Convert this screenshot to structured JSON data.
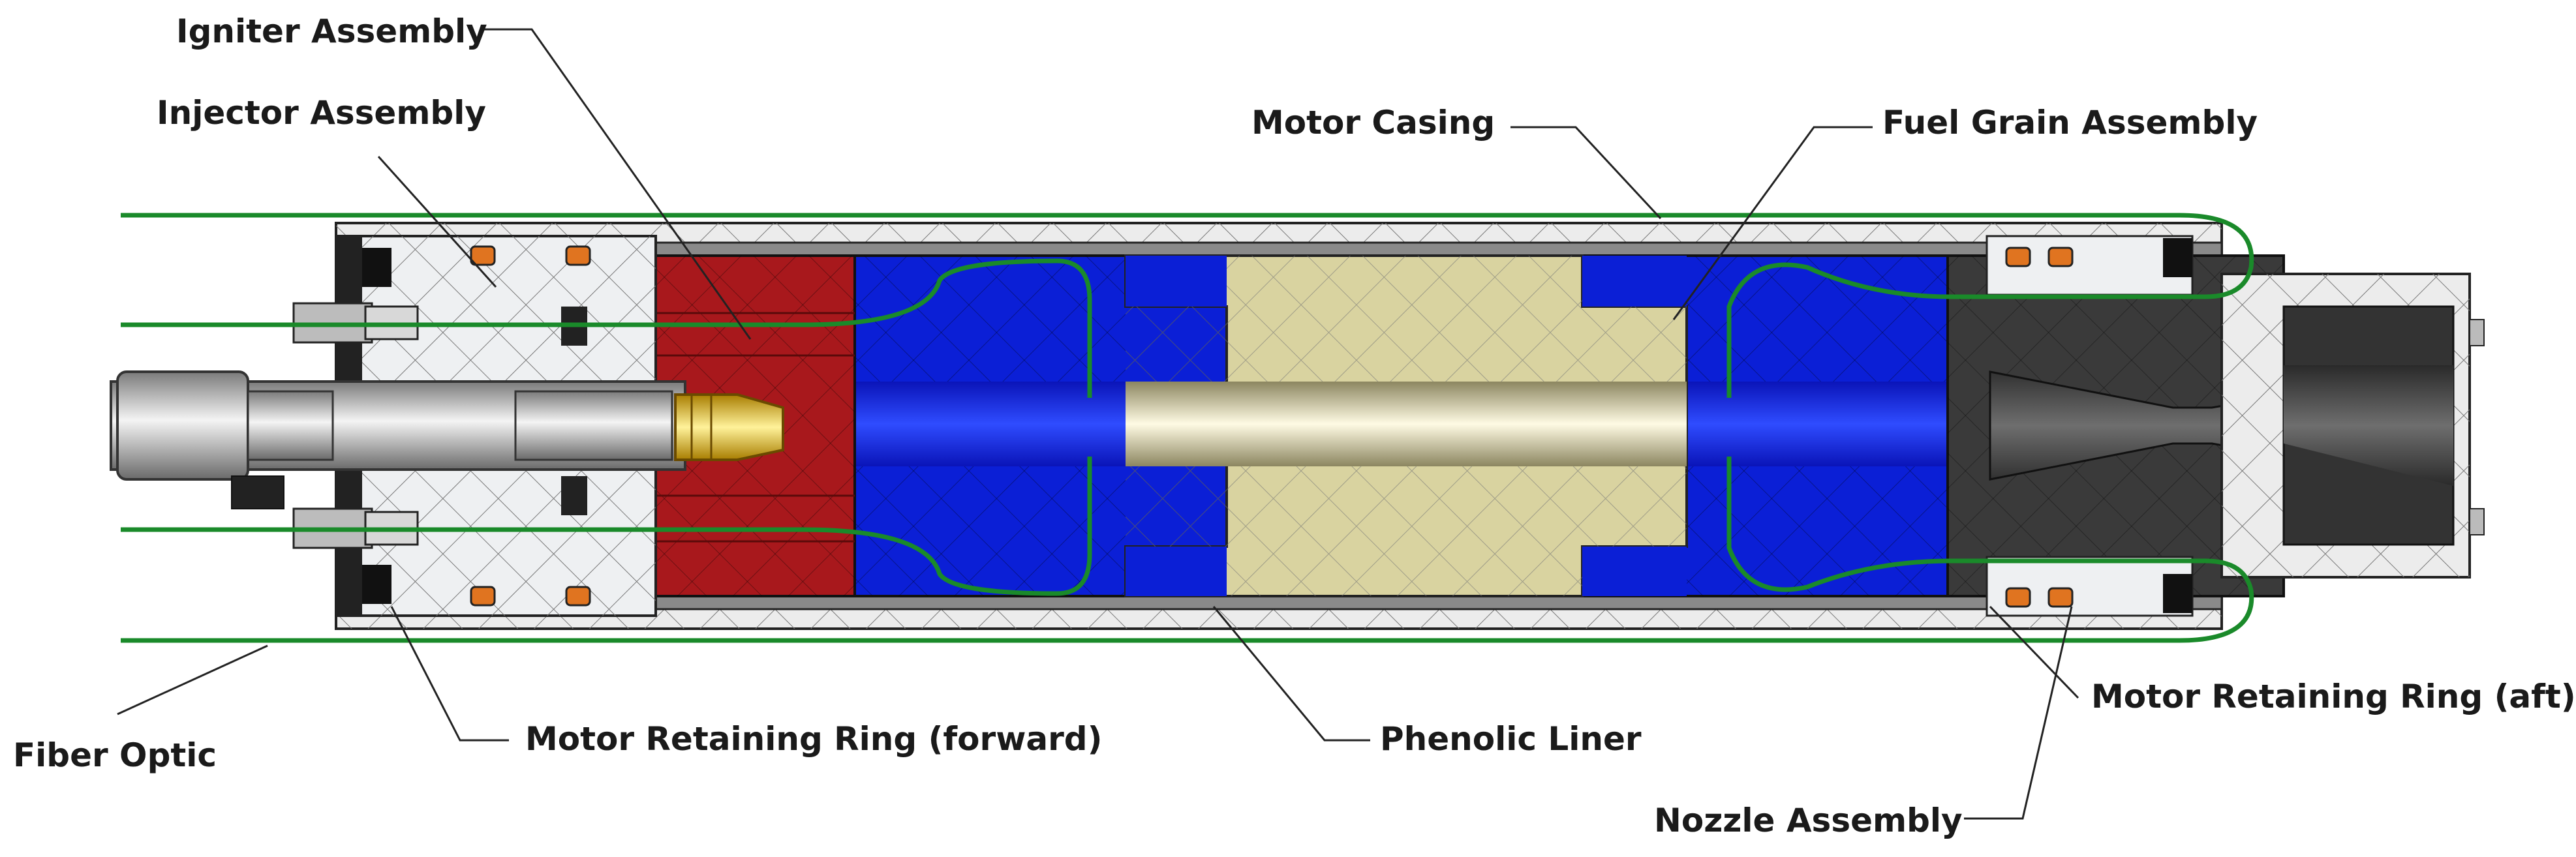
{
  "labels": {
    "igniter": "Igniter Assembly",
    "injector": "Injector Assembly",
    "motor_casing": "Motor Casing",
    "fuel_grain": "Fuel Grain Assembly",
    "fiber_optic": "Fiber Optic",
    "ring_forward": "Motor Retaining Ring (forward)",
    "phenolic": "Phenolic Liner",
    "ring_aft": "Motor Retaining Ring (aft)",
    "nozzle": "Nozzle Assembly"
  },
  "colors": {
    "fuel_blue": "#0b1fd6",
    "igniter_red": "#a8181c",
    "grain_tan": "#d9d3a0",
    "fiber_green": "#1a8a2a",
    "seal_orange": "#e07420",
    "brass": "#e6b818",
    "nozzle_dark": "#3a3a3a",
    "casing_grey": "#ececec"
  }
}
